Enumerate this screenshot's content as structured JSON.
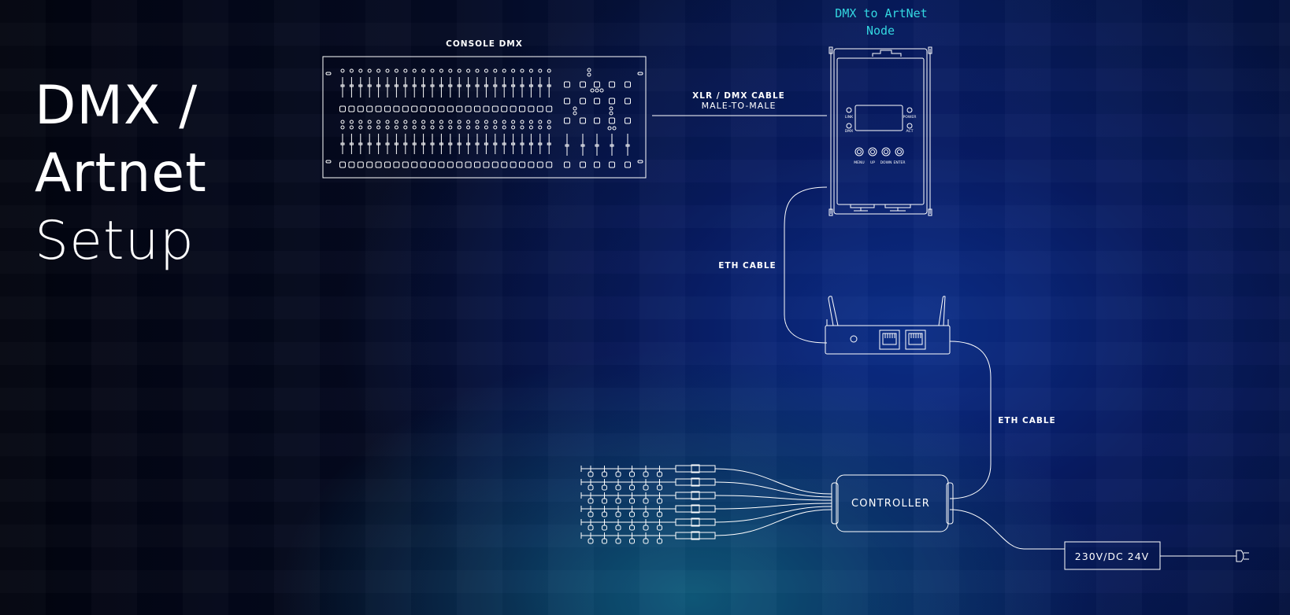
{
  "title": {
    "line1": "DMX /",
    "line2": "Artnet",
    "line3": "Setup"
  },
  "console": {
    "label": "CONSOLE DMX"
  },
  "node": {
    "title_line1": "DMX to ArtNet",
    "title_line2": "Node",
    "link_label": "LINK",
    "dmx_label": "DMX",
    "power_label": "POWER",
    "act_label": "ACT",
    "buttons": [
      "MENU",
      "UP",
      "DOWN",
      "ENTER"
    ]
  },
  "cables": {
    "xlr_title": "XLR / DMX CABLE",
    "xlr_sub": "MALE-TO-MALE",
    "eth1": "ETH CABLE",
    "eth2": "ETH CABLE"
  },
  "controller": {
    "label": "CONTROLLER"
  },
  "power_supply": {
    "label": "230V/DC 24V"
  },
  "colors": {
    "line": "#ffffff",
    "accent": "#33d6e0"
  }
}
